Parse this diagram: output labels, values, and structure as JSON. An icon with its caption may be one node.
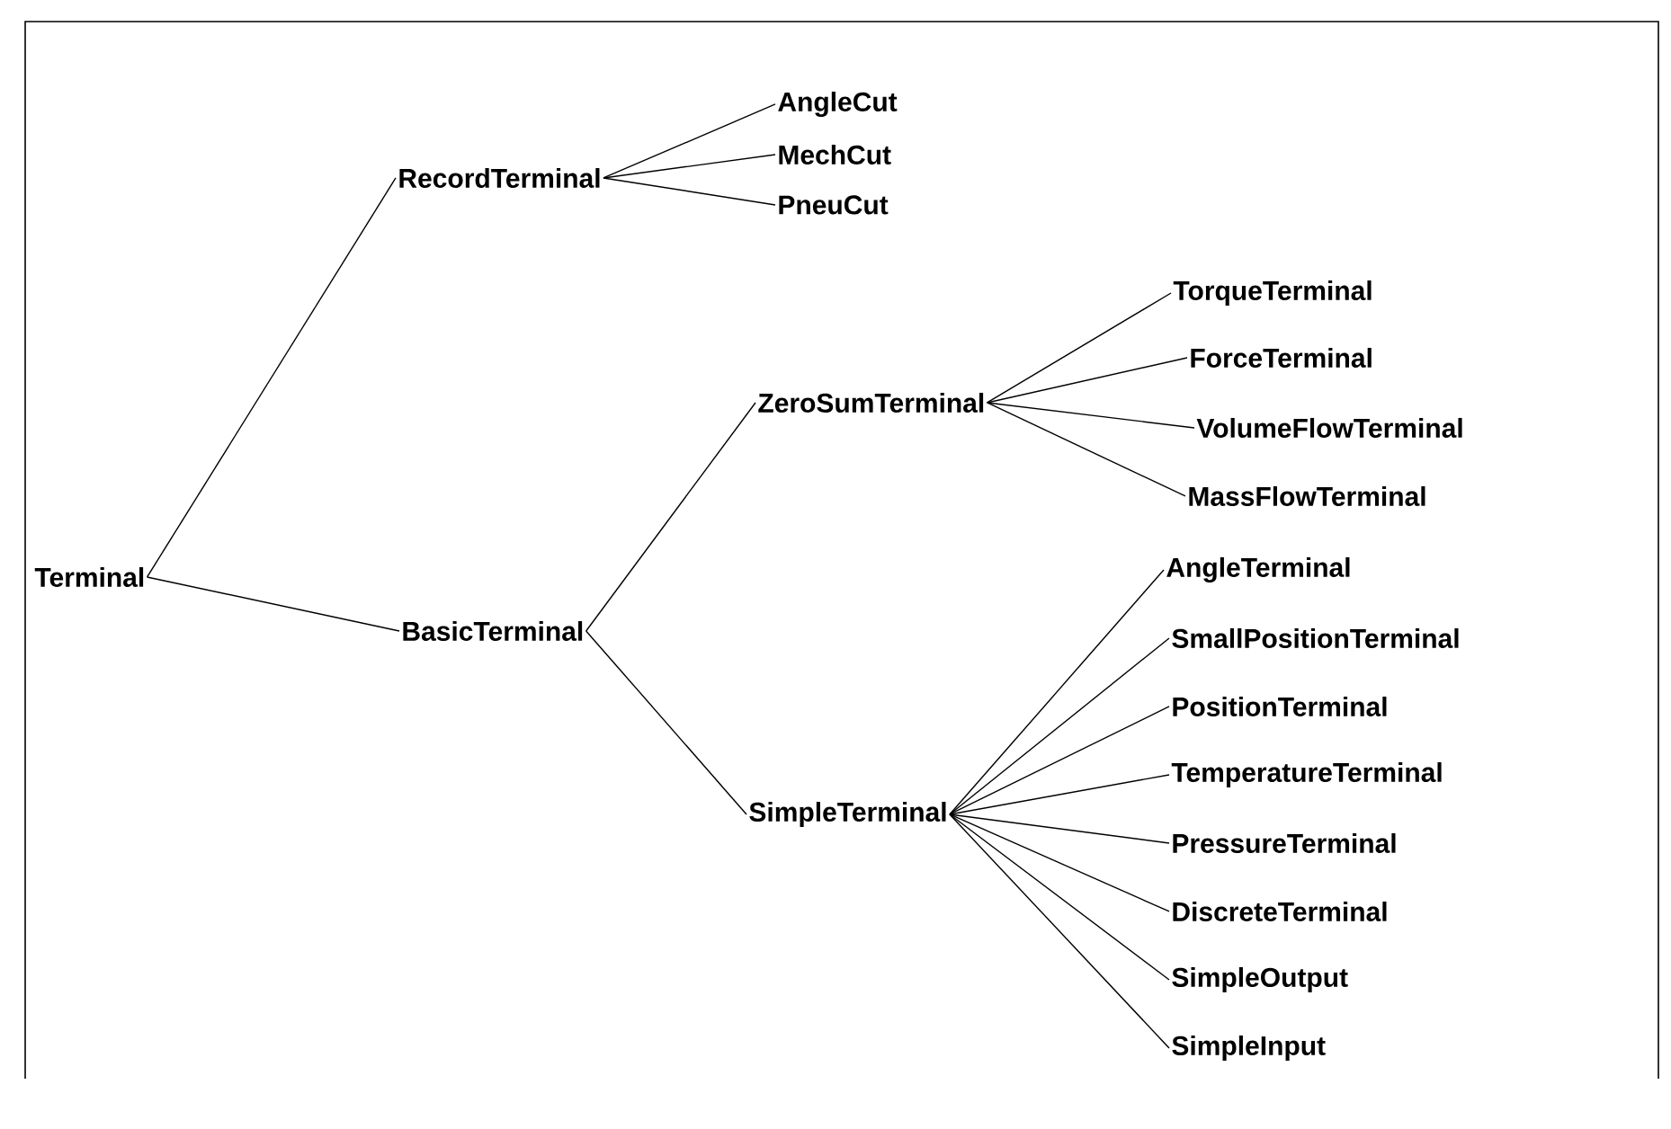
{
  "diagram": {
    "nodes": [
      {
        "text": [
          "Terminal"
        ]
      },
      {
        "text": [
          "RecordTerminal"
        ]
      },
      {
        "text": [
          "AngleCut"
        ]
      },
      {
        "text": [
          "MechCut"
        ]
      },
      {
        "text": [
          "PneuCut"
        ]
      },
      {
        "text": [
          "BasicTerminal"
        ]
      },
      {
        "text": [
          "ZeroSumTerminal"
        ]
      },
      {
        "text": [
          "TorqueTerminal"
        ]
      },
      {
        "text": [
          "ForceTerminal"
        ]
      },
      {
        "text": [
          "VolumeFlowTerminal"
        ]
      },
      {
        "text": [
          "MassFlowTerminal"
        ]
      },
      {
        "text": [
          "SimpleTerminal"
        ]
      },
      {
        "text": [
          "AngleTerminal"
        ]
      },
      {
        "text": [
          "SmallPositionTerminal"
        ]
      },
      {
        "text": [
          "PositionTerminal"
        ]
      },
      {
        "text": [
          "TemperatureTerminal"
        ]
      },
      {
        "text": [
          "PressureTerminal"
        ]
      },
      {
        "text": [
          "DiscreteTerminal"
        ]
      },
      {
        "text": [
          "SimpleOutput"
        ]
      },
      {
        "text": [
          "SimpleInput"
        ]
      }
    ],
    "edges": [
      {
        "from": 0,
        "to": 1,
        "arrow": "none"
      },
      {
        "from": 0,
        "to": 5,
        "arrow": "none"
      },
      {
        "from": 1,
        "to": 2,
        "arrow": "none"
      },
      {
        "from": 1,
        "to": 3,
        "arrow": "none"
      },
      {
        "from": 1,
        "to": 4,
        "arrow": "none"
      },
      {
        "from": 5,
        "to": 6,
        "arrow": "none"
      },
      {
        "from": 5,
        "to": 11,
        "arrow": "none"
      },
      {
        "from": 6,
        "to": 7,
        "arrow": "none"
      },
      {
        "from": 6,
        "to": 8,
        "arrow": "none"
      },
      {
        "from": 6,
        "to": 9,
        "arrow": "none"
      },
      {
        "from": 6,
        "to": 10,
        "arrow": "none"
      },
      {
        "from": 11,
        "to": 12,
        "arrow": "none"
      },
      {
        "from": 11,
        "to": 13,
        "arrow": "none"
      },
      {
        "from": 11,
        "to": 14,
        "arrow": "none"
      },
      {
        "from": 11,
        "to": 15,
        "arrow": "none"
      },
      {
        "from": 11,
        "to": 16,
        "arrow": "none"
      },
      {
        "from": 11,
        "to": 17,
        "arrow": "none"
      },
      {
        "from": 11,
        "to": 18,
        "arrow": "none"
      },
      {
        "from": 11,
        "to": 19,
        "arrow": "none"
      }
    ]
  }
}
